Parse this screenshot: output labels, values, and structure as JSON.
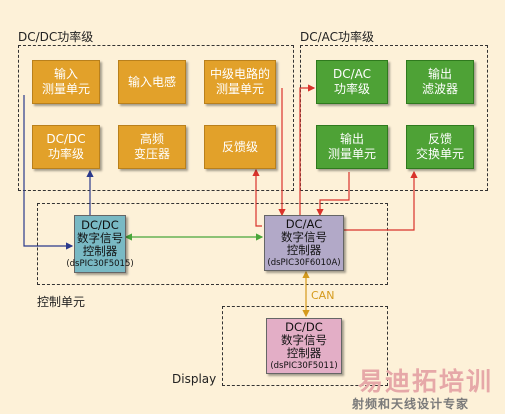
{
  "regions": {
    "dcdc_power": "DC/DC功率级",
    "dcac_power": "DC/AC功率级",
    "control": "控制单元",
    "display": "Display"
  },
  "blocks": {
    "input_measure": "输入\n测量单元",
    "input_inductor": "输入电感",
    "mid_measure": "中级电路的\n测量单元",
    "dcdc_power_stage": "DC/DC\n功率级",
    "hf_transformer": "高频\n变压器",
    "feedback_stage": "反馈级",
    "dcac_power_stage": "DC/AC\n功率级",
    "output_filter": "输出\n滤波器",
    "output_measure": "输出\n测量单元",
    "feedback_exchange": "反馈\n交换单元"
  },
  "controllers": {
    "dcdc_ctrl": {
      "title": "DC/DC\n数字信号\n控制器",
      "part": "(dsPIC30F5015)"
    },
    "dcac_ctrl": {
      "title": "DC/AC\n数字信号\n控制器",
      "part": "(dsPIC30F6010A)"
    },
    "display_ctrl": {
      "title": "DC/DC\n数字信号\n控制器",
      "part": "(dsPIC30F5011)"
    }
  },
  "bus": {
    "can": "CAN"
  },
  "watermark": {
    "main": "易迪拓培训",
    "sub": "射频和天线设计专家"
  },
  "colors": {
    "orange_block": "#e2a12a",
    "green_block": "#4ea236",
    "red_arrow": "#d9332b",
    "blue_arrow": "#2b3a8c",
    "green_arrow": "#4aa63a",
    "can_arrow": "#d59a1c"
  }
}
